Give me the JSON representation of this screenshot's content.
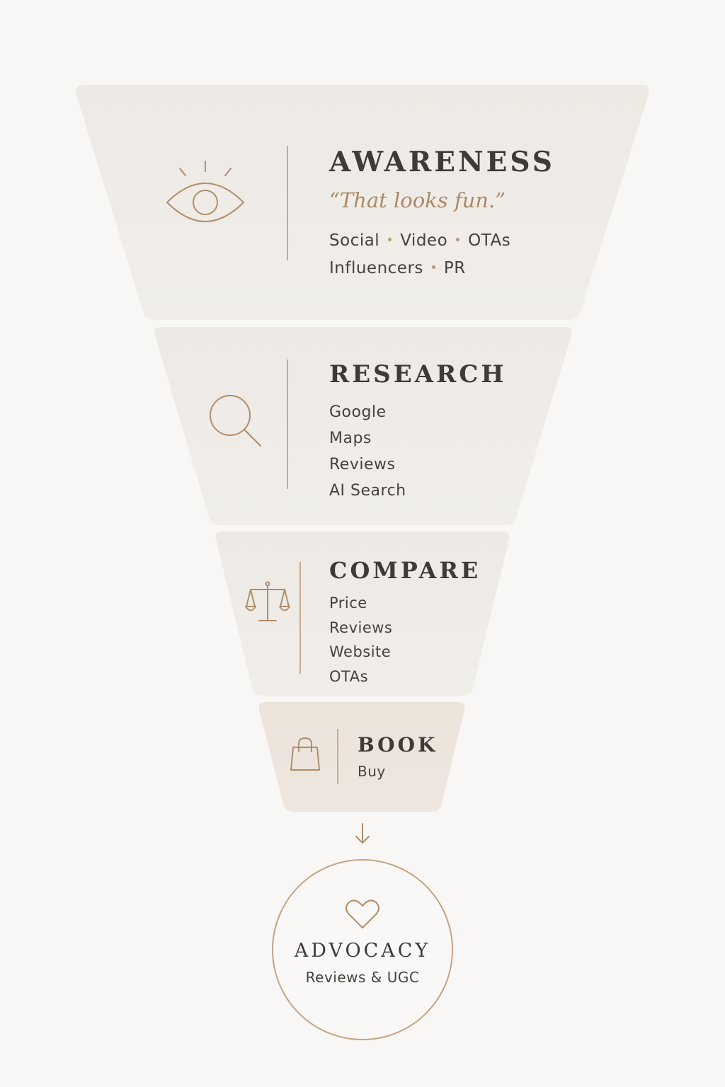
{
  "colors": {
    "background": "#f9f7f5",
    "band": "#efebe6",
    "band_book": "#ede4dc",
    "accent": "#b08e6b",
    "title": "#3d3a37",
    "text": "#45423e"
  },
  "awareness": {
    "icon": "eye-icon",
    "title": "AWARENESS",
    "quote": "“That looks fun.”",
    "line1": [
      "Social",
      "Video",
      "OTAs"
    ],
    "line2": [
      "Influencers",
      "PR"
    ]
  },
  "research": {
    "icon": "magnifier-icon",
    "title": "RESEARCH",
    "items": [
      "Google",
      "Maps",
      "Reviews",
      "AI Search"
    ]
  },
  "compare": {
    "icon": "scales-icon",
    "title": "COMPARE",
    "items": [
      "Price",
      "Reviews",
      "Website",
      "OTAs"
    ]
  },
  "book": {
    "icon": "shopping-bag-icon",
    "title": "BOOK",
    "subtitle": "Buy"
  },
  "connector": {
    "icon": "arrow-down-icon"
  },
  "advocacy": {
    "icon": "heart-icon",
    "title": "ADVOCACY",
    "subtitle": "Reviews & UGC"
  }
}
